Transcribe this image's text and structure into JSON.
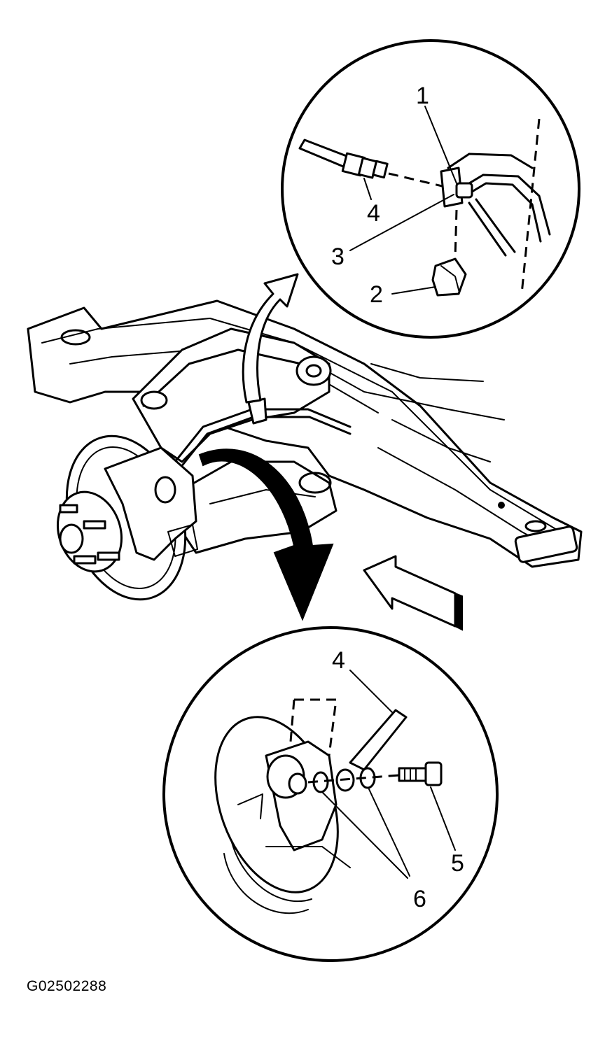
{
  "figure_id": "G02502288",
  "callouts": {
    "top_detail": [
      "1",
      "2",
      "3",
      "4"
    ],
    "bottom_detail": [
      "4",
      "5",
      "6"
    ]
  }
}
